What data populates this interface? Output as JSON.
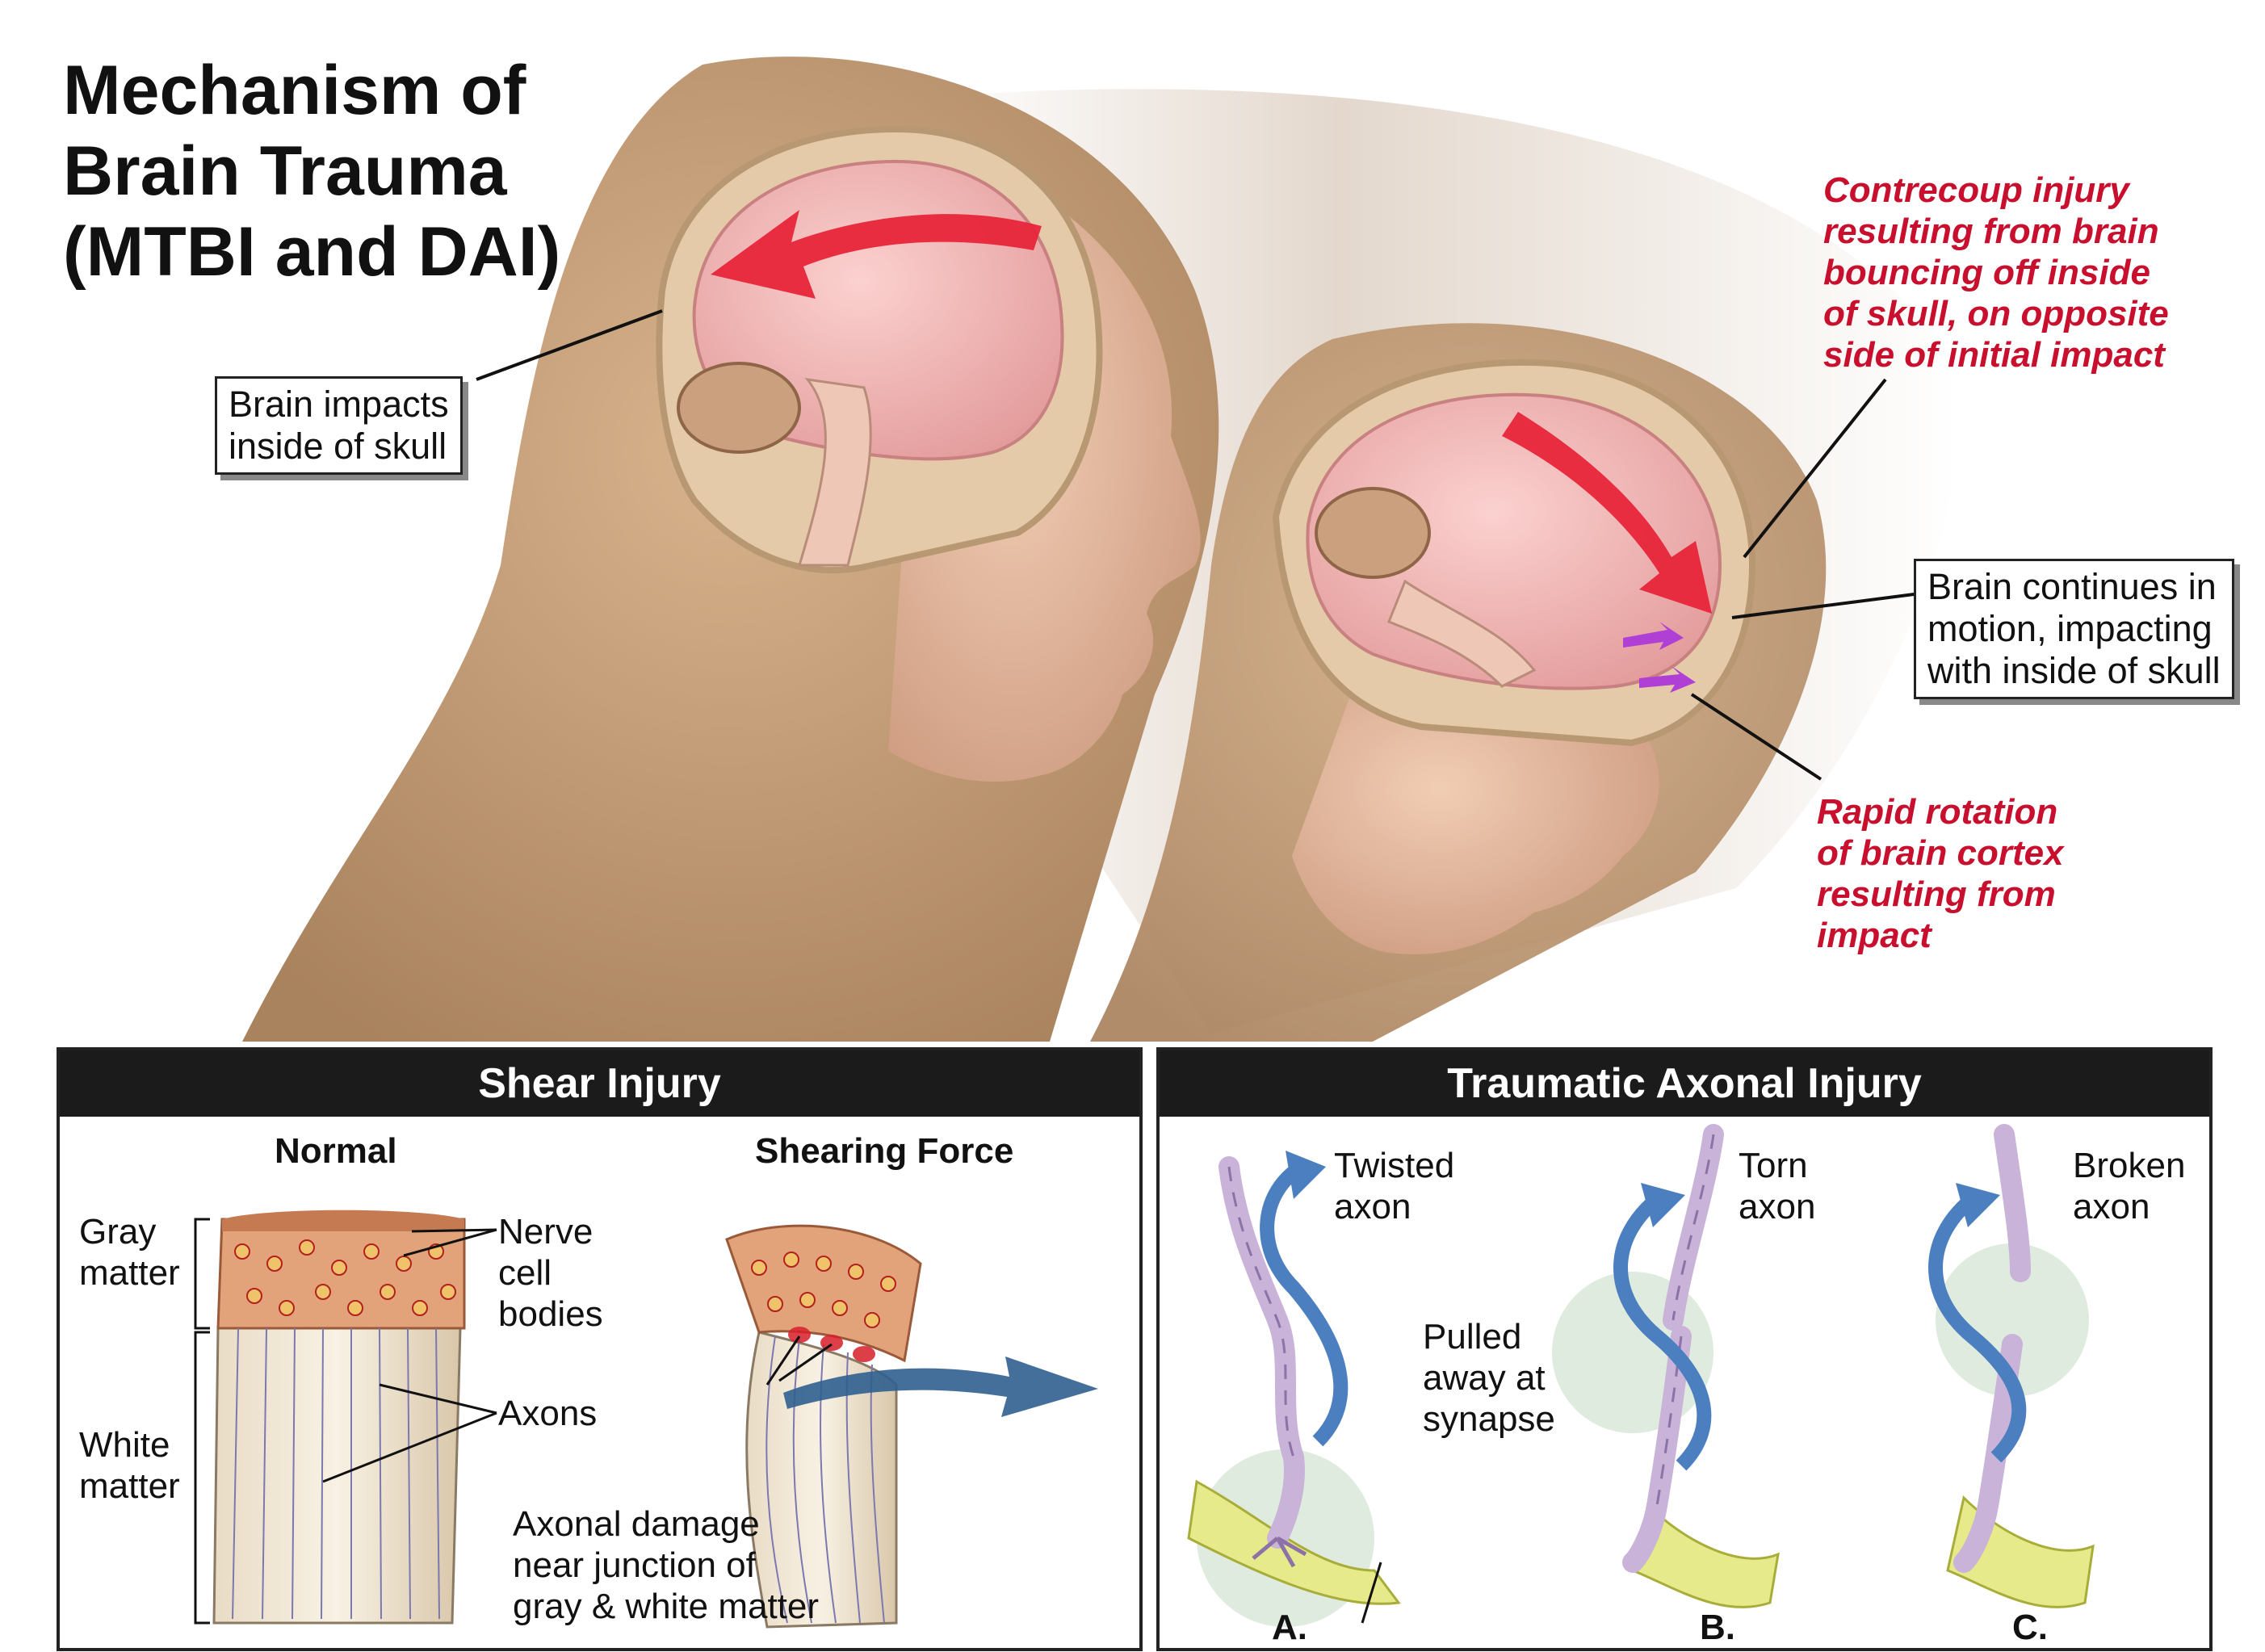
{
  "title": "Mechanism of\nBrain Trauma\n(MTBI and DAI)",
  "labels": {
    "brain_impacts": "Brain impacts\ninside of skull",
    "contrecoup": "Contrecoup injury\nresulting from brain\nbouncing off inside\nof skull, on opposite\nside of initial impact",
    "brain_continues": "Brain continues in\nmotion, impacting\nwith inside of skull",
    "rapid_rotation": "Rapid rotation\nof brain cortex\nresulting from\nimpact"
  },
  "shear_panel": {
    "header": "Shear Injury",
    "normal": "Normal",
    "shearing_force": "Shearing Force",
    "gray_matter": "Gray\nmatter",
    "white_matter": "White\nmatter",
    "nerve_cell_bodies": "Nerve\ncell\nbodies",
    "axons": "Axons",
    "axonal_damage": "Axonal damage\nnear junction of\ngray & white matter"
  },
  "axonal_panel": {
    "header": "Traumatic Axonal Injury",
    "twisted": "Twisted\naxon",
    "pulled": "Pulled\naway at\nsynapse",
    "torn": "Torn\naxon",
    "broken": "Broken\naxon",
    "letter_a": "A.",
    "letter_b": "B.",
    "letter_c": "C."
  },
  "colors": {
    "red_text": "#c8102e",
    "hair": "#c9a07a",
    "skin": "#e8bfa3",
    "brain": "#f2b5b5",
    "arrow_red": "#e8253a",
    "panel_header": "#1b1b1b",
    "axon": "#c9b3d8",
    "rotation_arrow": "#4b7fbf",
    "synapse": "#e7ea8a",
    "glow": "#d6e6d6"
  }
}
